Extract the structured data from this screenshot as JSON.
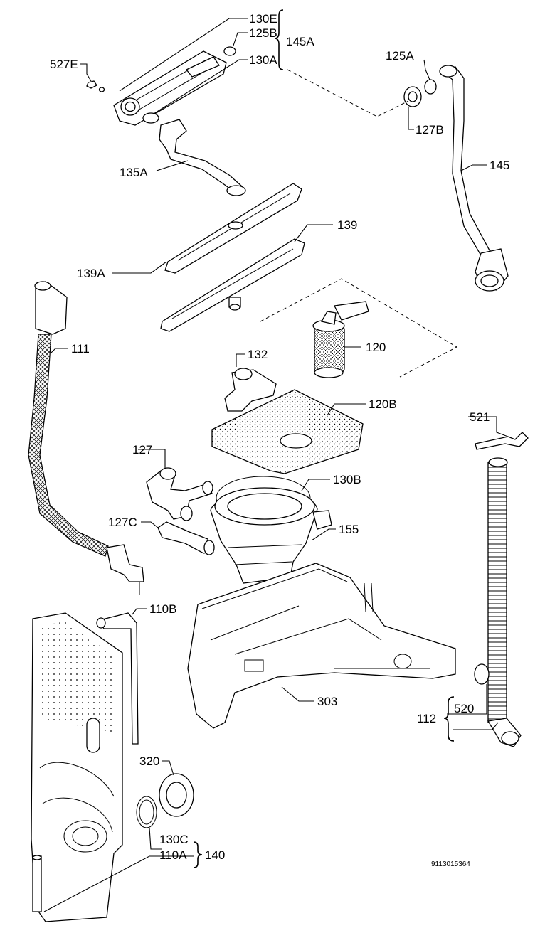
{
  "diagram": {
    "document_code": "9113015364",
    "labels": {
      "p130e": "130E",
      "p125b": "125B",
      "p145a": "145A",
      "p130a": "130A",
      "p527e": "527E",
      "p125a": "125A",
      "p127b": "127B",
      "p145": "145",
      "p135a": "135A",
      "p139": "139",
      "p139a": "139A",
      "p111": "111",
      "p120": "120",
      "p132": "132",
      "p120b": "120B",
      "p521": "521",
      "p127": "127",
      "p130b": "130B",
      "p127c": "127C",
      "p155": "155",
      "p110b": "110B",
      "p303": "303",
      "p112": "112",
      "p520": "520",
      "p320": "320",
      "p130c": "130C",
      "p110a": "110A",
      "p140": "140"
    }
  }
}
